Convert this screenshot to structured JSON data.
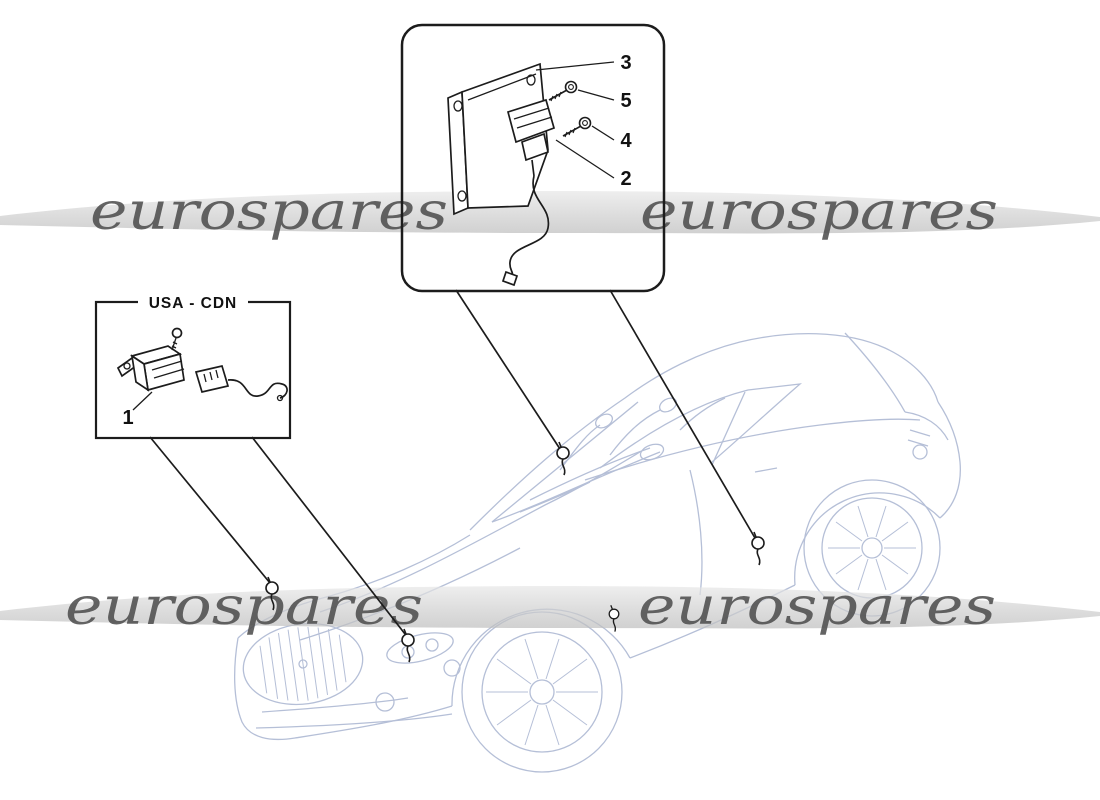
{
  "diagram": {
    "watermark_text": "eurospares",
    "inset_label": "USA - CDN",
    "callouts": {
      "bracket_assembly": [
        "3",
        "5",
        "4",
        "2"
      ],
      "usa_cdn": [
        "1"
      ]
    },
    "colors": {
      "line_art": "#1c1c1c",
      "car_sketch": "#b5bfd7",
      "watermark_band": "#cccccc",
      "watermark_text": "#4f4f4f",
      "background": "#ffffff"
    }
  }
}
